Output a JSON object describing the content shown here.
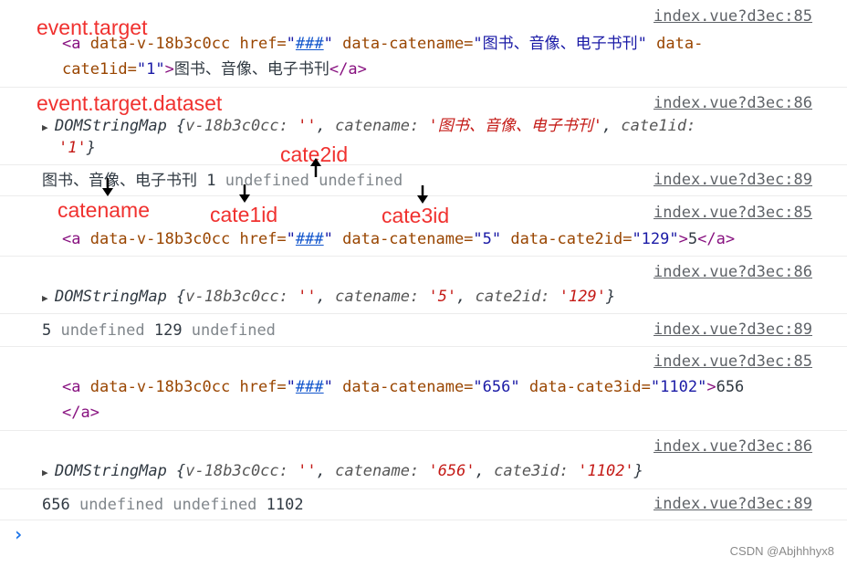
{
  "annotations": {
    "event_target": "event.target",
    "event_target_dataset": "event.target.dataset",
    "cate2id": "cate2id",
    "catename": "catename",
    "cate1id": "cate1id",
    "cate3id": "cate3id"
  },
  "entries": [
    {
      "source": "index.vue?d3ec:85",
      "l1": {
        "open": "<a ",
        "attr1": "data-v-18b3c0cc ",
        "attr2": "href=",
        "q1": "\"",
        "href": "###",
        "q2": "\"",
        "attr3": " data-catename=",
        "val3": "\"图书、音像、电子书刊\"",
        "attr4": " data-"
      },
      "l2": {
        "attr": "cate1id=",
        "val": "\"1\"",
        "close1": ">",
        "text": "图书、音像、电子书刊",
        "close2": "</a>"
      }
    },
    {
      "source": "index.vue?d3ec:86",
      "l1": {
        "obj": "DOMStringMap {",
        "k1": "v-18b3c0cc: ",
        "v1": "''",
        "sep1": ", ",
        "k2": "catename: ",
        "v2": "'图书、音像、电子书刊'",
        "sep2": ", ",
        "k3": "cate1id:"
      },
      "l2": {
        "v3": "'1'",
        "end": "}"
      }
    },
    {
      "source": "index.vue?d3ec:89",
      "p1": "图书、音像、电子书刊 ",
      "p2": "1 ",
      "p3": "undefined undefined"
    },
    {
      "source": "index.vue?d3ec:85",
      "l1": {
        "open": "<a ",
        "attr1": "data-v-18b3c0cc ",
        "attr2": "href=",
        "q1": "\"",
        "href": "###",
        "q2": "\"",
        "attr3": " data-catename=",
        "val3": "\"5\"",
        "attr4": " data-cate2id=",
        "val4": "\"129\"",
        "close1": ">",
        "text": "5",
        "close2": "</a>"
      }
    },
    {
      "source": "index.vue?d3ec:86",
      "l1": {
        "obj": "DOMStringMap {",
        "k1": "v-18b3c0cc: ",
        "v1": "''",
        "sep1": ", ",
        "k2": "catename: ",
        "v2": "'5'",
        "sep2": ", ",
        "k3": "cate2id: ",
        "v3": "'129'",
        "end": "}"
      }
    },
    {
      "source": "index.vue?d3ec:89",
      "p1": "5 ",
      "p2": "undefined ",
      "p3": "129 ",
      "p4": "undefined"
    },
    {
      "source": "index.vue?d3ec:85",
      "l1": {
        "open": "<a ",
        "attr1": "data-v-18b3c0cc ",
        "attr2": "href=",
        "q1": "\"",
        "href": "###",
        "q2": "\"",
        "attr3": " data-catename=",
        "val3": "\"656\"",
        "attr4": " data-cate3id=",
        "val4": "\"1102\"",
        "close1": ">",
        "text": "656"
      },
      "l2": {
        "close2": "</a>"
      }
    },
    {
      "source": "index.vue?d3ec:86",
      "l1": {
        "obj": "DOMStringMap {",
        "k1": "v-18b3c0cc: ",
        "v1": "''",
        "sep1": ", ",
        "k2": "catename: ",
        "v2": "'656'",
        "sep2": ", ",
        "k3": "cate3id: ",
        "v3": "'1102'",
        "end": "}"
      }
    },
    {
      "source": "index.vue?d3ec:89",
      "p1": "656 ",
      "p2": "undefined undefined ",
      "p3": "1102"
    }
  ],
  "prompt_symbol": "›",
  "watermark": "CSDN @Abjhhhyx8",
  "colors": {
    "annotation": "#f0312f",
    "prompt": "#1a73e8"
  }
}
